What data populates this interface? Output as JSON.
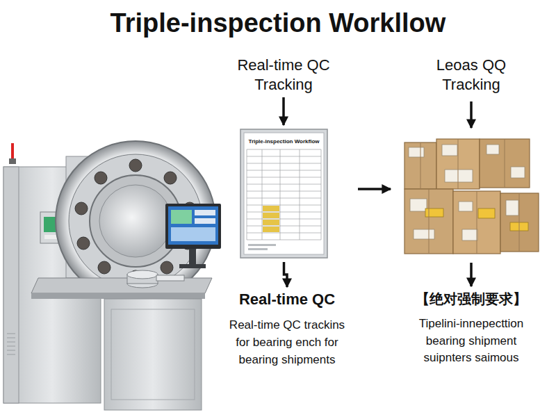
{
  "diagram": {
    "title": "Triple-inspection Workllow",
    "nodes": [
      {
        "text": [
          "Real-time QC Tracking"
        ]
      },
      {
        "text": [
          "Triple-inspection Workflow"
        ]
      },
      {
        "text": [
          "Real-time QC",
          "Real-time QC trackins for bearing ench for bearing shipments"
        ]
      },
      {
        "text": [
          "Leoas QQ Tracking"
        ]
      },
      {
        "text": [
          "【绝对强制要求】",
          "Tipelini-innepecttion bearing shipment suipnters saimous"
        ]
      }
    ],
    "edges": [
      {
        "from": 0,
        "to": 1,
        "arrow": "to"
      },
      {
        "from": 1,
        "to": 2,
        "arrow": "to"
      }
    ]
  }
}
